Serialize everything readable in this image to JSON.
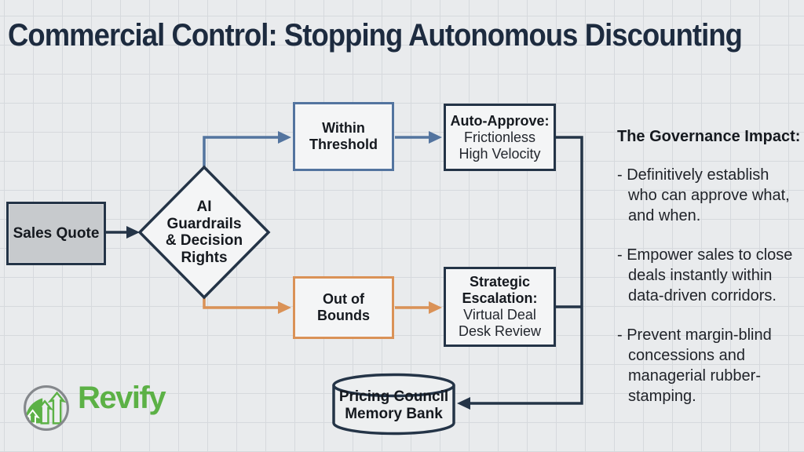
{
  "title": "Commercial Control: Stopping Autonomous Discounting",
  "flowchart": {
    "sales_quote": "Sales Quote",
    "decision_diamond": "AI\nGuardrails\n& Decision\nRights",
    "within_threshold": "Within\nThreshold",
    "auto_approve": {
      "title": "Auto-Approve:",
      "body": "Frictionless\nHigh Velocity"
    },
    "out_of_bounds": "Out of\nBounds",
    "strategic_escalation": {
      "title": "Strategic\nEscalation:",
      "body": "Virtual Deal\nDesk Review"
    },
    "memory_bank": "Pricing Council\nMemory Bank"
  },
  "governance": {
    "heading": "The Governance Impact:",
    "bullets": [
      "- Definitively establish\nwho can approve what,\nand when.",
      "- Empower sales to close\ndeals instantly within\ndata-driven corridors.",
      "- Prevent margin-blind\nconcessions and\nmanagerial rubber-\nstamping."
    ]
  },
  "logo": {
    "brand": "Revify"
  },
  "colors": {
    "background": "#e9ebed",
    "grid_line": "#d6d9dd",
    "title_text": "#1d2b3f",
    "node_border_navy": "#243447",
    "node_fill": "#f4f5f6",
    "sales_quote_fill": "#c7cacd",
    "branch_blue": "#53749f",
    "branch_orange": "#da9257",
    "brand_green": "#5cb146"
  }
}
